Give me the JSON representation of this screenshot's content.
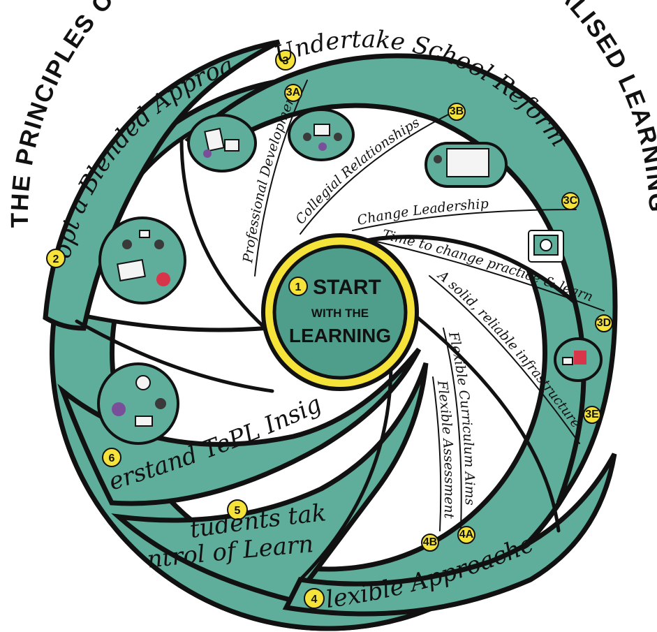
{
  "title": "THE PRINCIPLES OF TECHNOLOGY-ENHANCED PERSONALISED LEARNING",
  "center": {
    "number": "1",
    "line1": "START",
    "line2": "WITH THE",
    "line3": "LEARNING"
  },
  "principles": [
    {
      "number": "2",
      "label": "Adopt a Blended Approach"
    },
    {
      "number": "3",
      "label": "Undertake School Reform"
    },
    {
      "number": "4",
      "label": "Flexible Approaches"
    },
    {
      "number": "5",
      "label_line1": "students take",
      "label_line2": "Control of Learning"
    },
    {
      "number": "6",
      "label": "Understand TePL Insights"
    }
  ],
  "sub_principles": [
    {
      "badge": "3A",
      "label": "Professional Development"
    },
    {
      "badge": "3B",
      "label": "Collegial Relationships"
    },
    {
      "badge": "3C",
      "label": "Change Leadership"
    },
    {
      "badge": "3D",
      "label": "Time to change practice & learn"
    },
    {
      "badge": "3E",
      "label": "A solid, reliable infrastructure"
    },
    {
      "badge": "4A",
      "label": "Flexible Curriculum Aims"
    },
    {
      "badge": "4B",
      "label": "Flexible Assessment"
    }
  ],
  "colors": {
    "band_teal": "#5fae9b",
    "center_teal": "#4f9e8c",
    "highlight_yellow": "#f5e33a",
    "ink": "#111111"
  },
  "icons": [
    "professional-development-illustration",
    "collegial-relationships-illustration",
    "change-leadership-illustration",
    "time-clock-illustration",
    "infrastructure-illustration",
    "blended-learning-illustration",
    "insights-illustration"
  ]
}
